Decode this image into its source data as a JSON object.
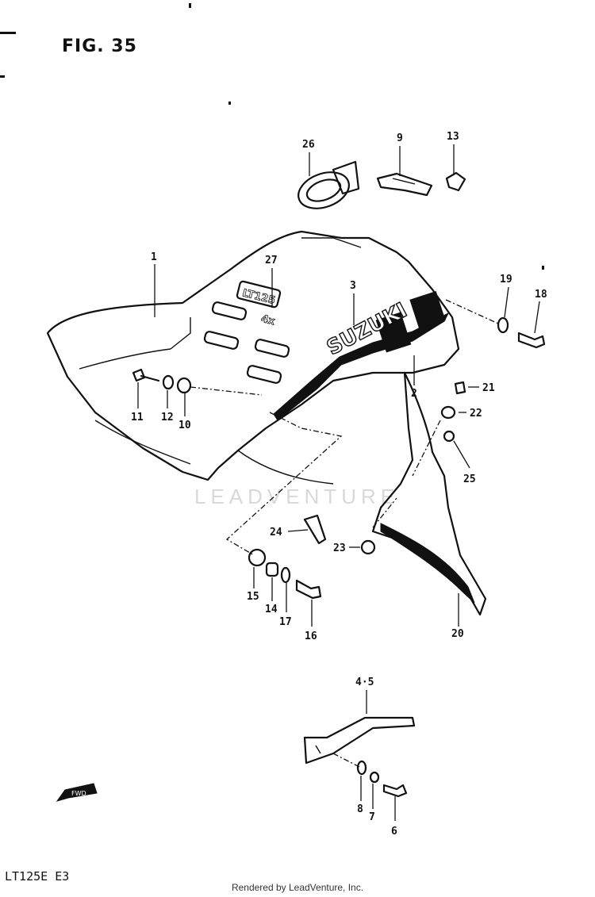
{
  "figure": {
    "title": "FIG. 35"
  },
  "model": "LT125E  E3",
  "credit": "Rendered by LeadVenture, Inc.",
  "watermark": "LEADVENTURE",
  "decal": {
    "brand": "SUZUKI",
    "badge": "LT125",
    "badge_sub": "4x"
  },
  "fwd_label": "FWD",
  "callouts": [
    {
      "id": "p26",
      "text": "26"
    },
    {
      "id": "p9",
      "text": "9"
    },
    {
      "id": "p13",
      "text": "13"
    },
    {
      "id": "p1",
      "text": "1"
    },
    {
      "id": "p27",
      "text": "27"
    },
    {
      "id": "p3",
      "text": "3"
    },
    {
      "id": "p19",
      "text": "19"
    },
    {
      "id": "p18",
      "text": "18"
    },
    {
      "id": "p2",
      "text": "2"
    },
    {
      "id": "p21",
      "text": "21"
    },
    {
      "id": "p22",
      "text": "22"
    },
    {
      "id": "p25",
      "text": "25"
    },
    {
      "id": "p11",
      "text": "11"
    },
    {
      "id": "p12",
      "text": "12"
    },
    {
      "id": "p10",
      "text": "10"
    },
    {
      "id": "p24",
      "text": "24"
    },
    {
      "id": "p23",
      "text": "23"
    },
    {
      "id": "p15",
      "text": "15"
    },
    {
      "id": "p14",
      "text": "14"
    },
    {
      "id": "p17",
      "text": "17"
    },
    {
      "id": "p16",
      "text": "16"
    },
    {
      "id": "p20",
      "text": "20"
    },
    {
      "id": "p45",
      "text": "4·5"
    },
    {
      "id": "p8",
      "text": "8"
    },
    {
      "id": "p7",
      "text": "7"
    },
    {
      "id": "p6",
      "text": "6"
    }
  ]
}
